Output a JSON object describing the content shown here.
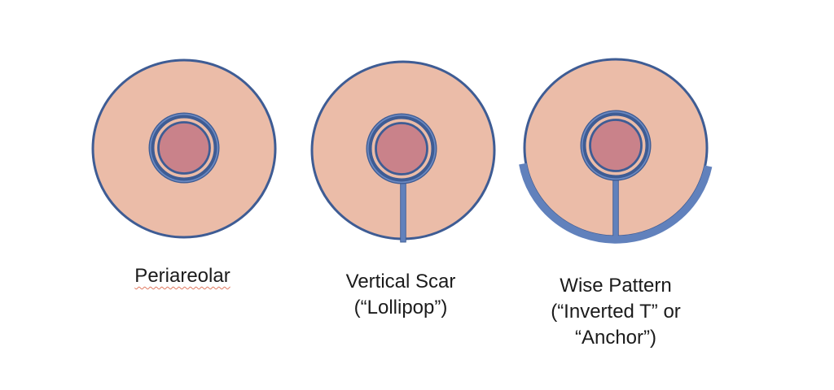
{
  "colors": {
    "background": "#ffffff",
    "skin": "#EBBCA8",
    "nipple": "#C9828A",
    "outline": "#3E5C94",
    "ring-accent": "#6C89C1",
    "scar": "#6181BC",
    "text": "#1B1B1B",
    "squiggle": "#E0785F"
  },
  "diagrams": [
    {
      "label_lines": [
        "Periareolar"
      ]
    },
    {
      "label_lines": [
        "Vertical Scar",
        "(“Lollipop”)"
      ]
    },
    {
      "label_lines": [
        "Wise Pattern",
        "(“Inverted T” or",
        "“Anchor”)"
      ]
    }
  ]
}
